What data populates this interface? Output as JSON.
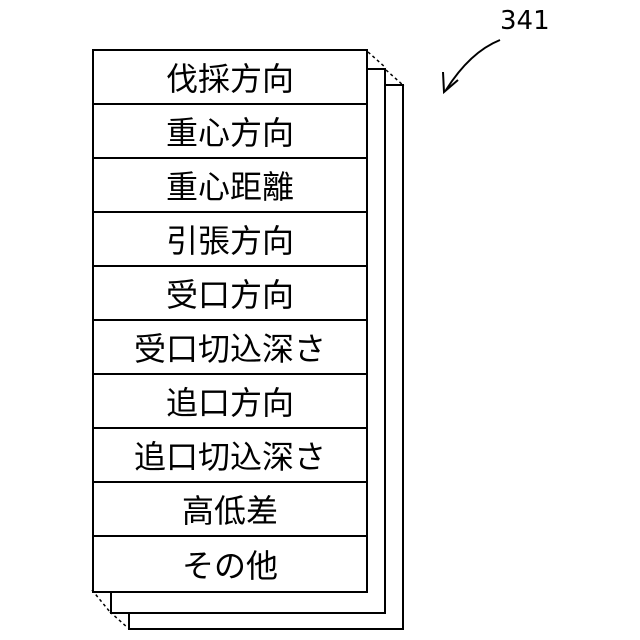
{
  "reference_label": "341",
  "items": [
    {
      "label": "伐採方向"
    },
    {
      "label": "重心方向"
    },
    {
      "label": "重心距離"
    },
    {
      "label": "引張方向"
    },
    {
      "label": "受口方向"
    },
    {
      "label": "受口切込深さ"
    },
    {
      "label": "追口方向"
    },
    {
      "label": "追口切込深さ"
    },
    {
      "label": "高低差"
    },
    {
      "label": "その他"
    }
  ]
}
